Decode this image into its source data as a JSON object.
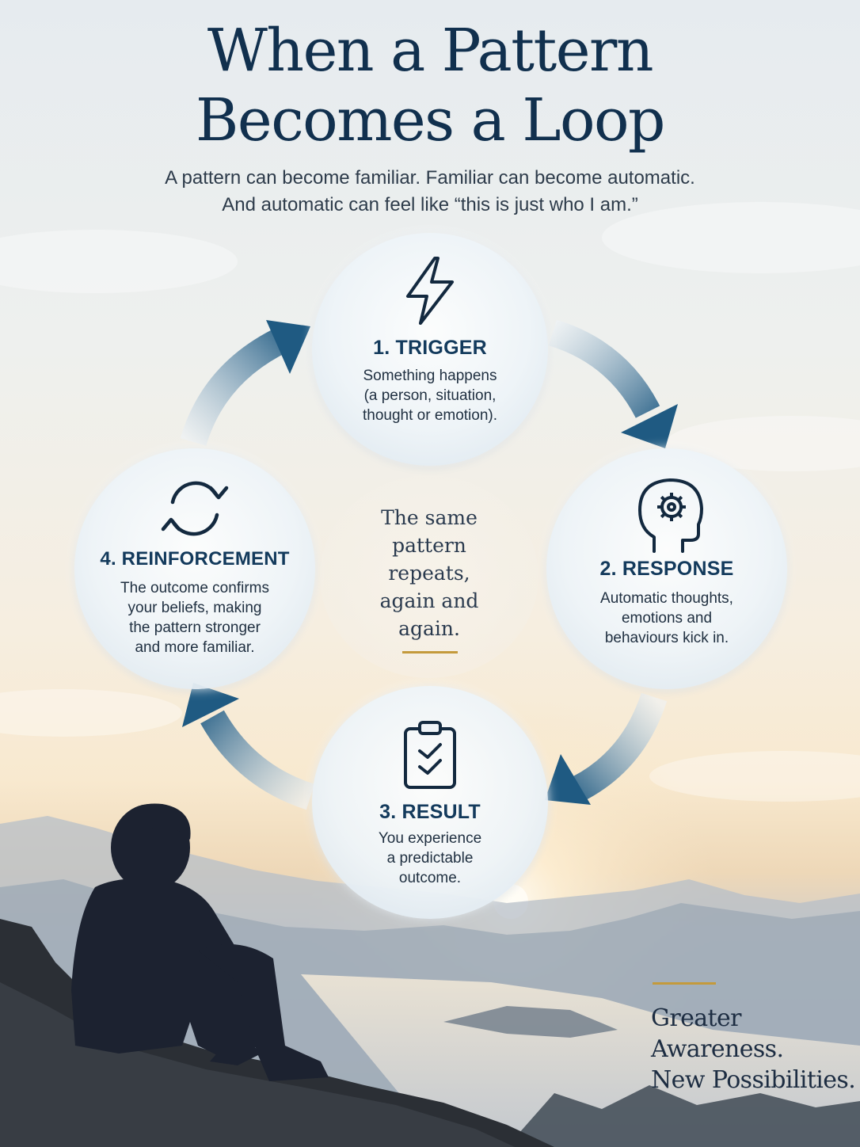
{
  "title": {
    "line1": "When a Pattern",
    "line2": "Becomes a Loop"
  },
  "subtitle": {
    "line1": "A pattern can become familiar. Familiar can become automatic.",
    "line2": "And automatic can feel like “this is just who I am.”"
  },
  "steps": [
    {
      "label": "1. TRIGGER",
      "icon": "lightning-bolt-icon",
      "lines": [
        "Something happens",
        "(a person, situation,",
        "thought or emotion)."
      ]
    },
    {
      "label": "2. RESPONSE",
      "icon": "head-gear-icon",
      "lines": [
        "Automatic thoughts,",
        "emotions and",
        "behaviours kick in."
      ]
    },
    {
      "label": "3. RESULT",
      "icon": "clipboard-check-icon",
      "lines": [
        "You experience",
        "a predictable",
        "outcome."
      ]
    },
    {
      "label": "4. REINFORCEMENT",
      "icon": "refresh-cycle-icon",
      "lines": [
        "The outcome confirms",
        "your beliefs, making",
        "the pattern stronger",
        "and more familiar."
      ]
    }
  ],
  "center": {
    "lines": [
      "The same",
      "pattern",
      "repeats,",
      "again and",
      "again."
    ]
  },
  "tagline": {
    "lines": [
      "Greater",
      "Awareness.",
      "New Possibilities."
    ]
  },
  "colors": {
    "navy": "#133a5c",
    "accent_gold": "#c49a3c",
    "arrow_dark": "#1f5a82",
    "arrow_light": "#eef3f7"
  }
}
